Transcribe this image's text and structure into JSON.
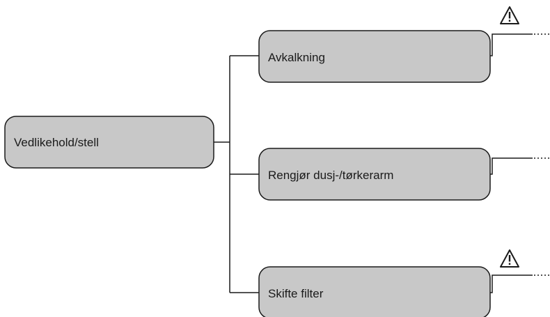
{
  "root": {
    "label": "Vedlikehold/stell"
  },
  "children": [
    {
      "label": "Avkalkning",
      "warning": true
    },
    {
      "label": "Rengjør dusj-/tørkerarm",
      "warning": false
    },
    {
      "label": "Skifte filter",
      "warning": true
    }
  ],
  "colors": {
    "box_fill": "#c8c8c8",
    "stroke": "#1a1a1a",
    "background": "#ffffff"
  },
  "icons": {
    "warning": "warning-triangle-icon"
  }
}
